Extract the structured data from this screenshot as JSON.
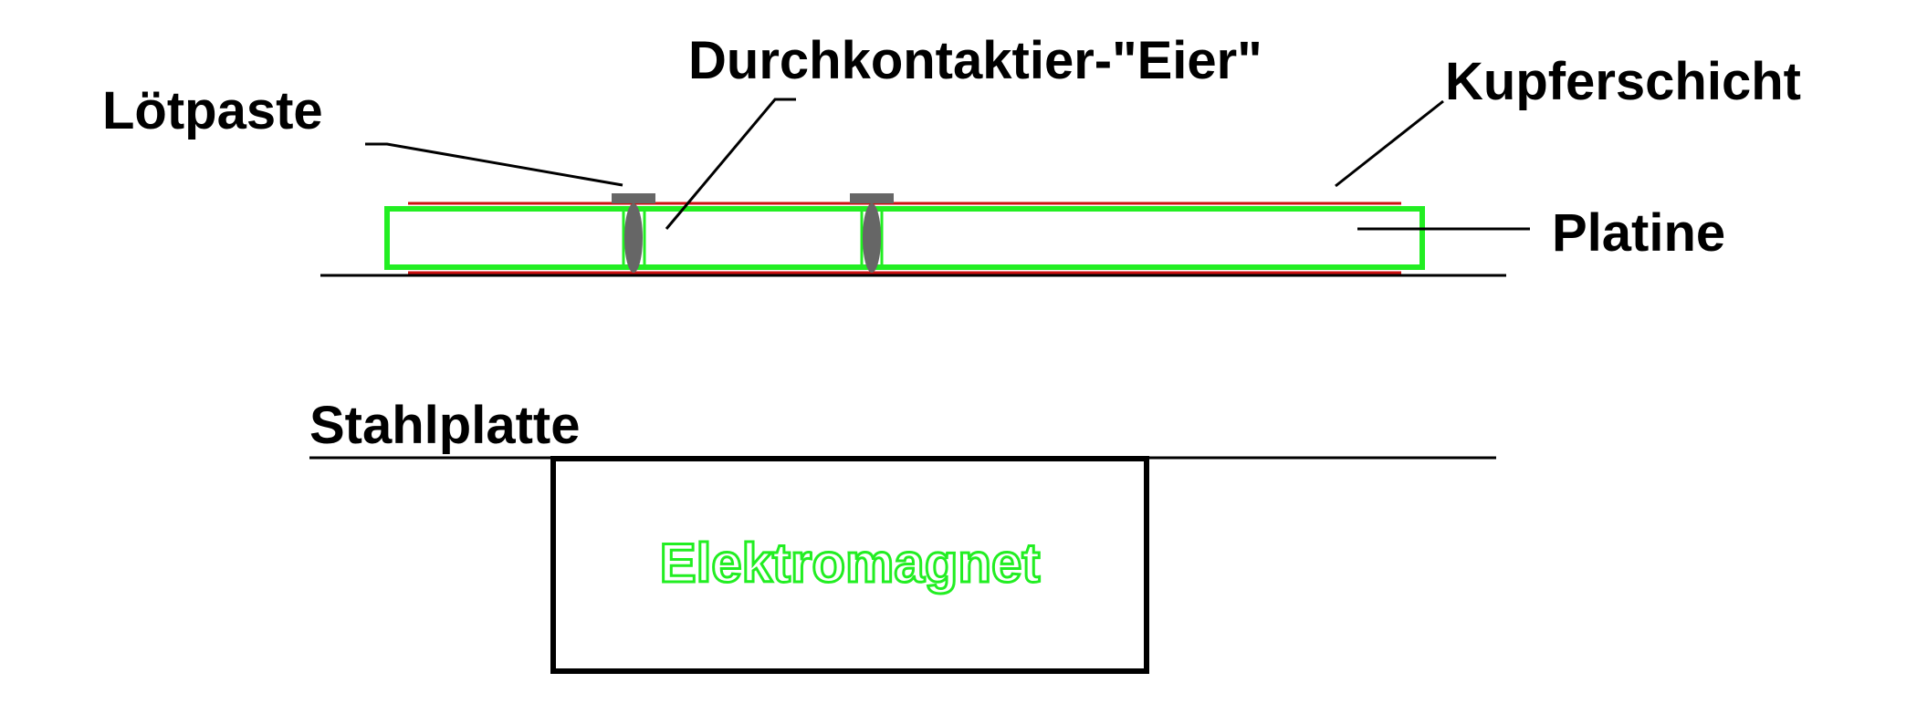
{
  "labels": {
    "loetpaste": "Lötpaste",
    "durchkontaktier": "Durchkontaktier-\"Eier\"",
    "kupferschicht": "Kupferschicht",
    "platine": "Platine",
    "stahlplatte": "Stahlplatte",
    "elektromagnet": "Elektromagnet"
  },
  "colors": {
    "board_outline": "#22ee22",
    "copper_layer": "#cc1111",
    "solder_paste": "#666666",
    "via": "#666666",
    "magnet_text": "#22ee22",
    "line": "#000000"
  }
}
